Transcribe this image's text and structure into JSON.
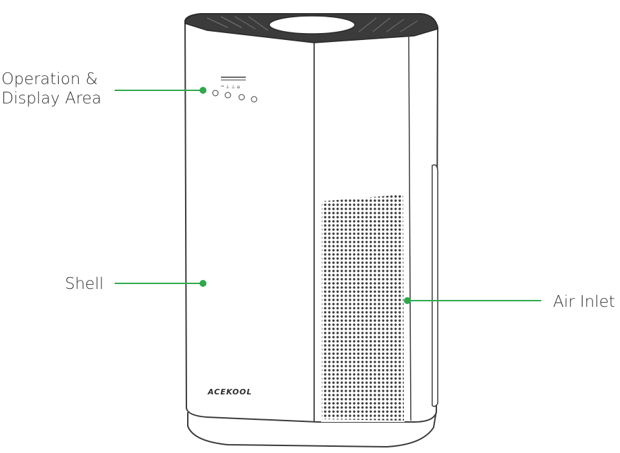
{
  "labels": {
    "operation_line1": "Operation &",
    "operation_line2": "Display Area",
    "shell": "Shell",
    "air_inlet": "Air Inlet"
  },
  "brand": "ACEKOOL",
  "colors": {
    "callout_green": "#2ea84a",
    "outline": "#3a3a3a",
    "top_grille": "#3b3b3b"
  }
}
